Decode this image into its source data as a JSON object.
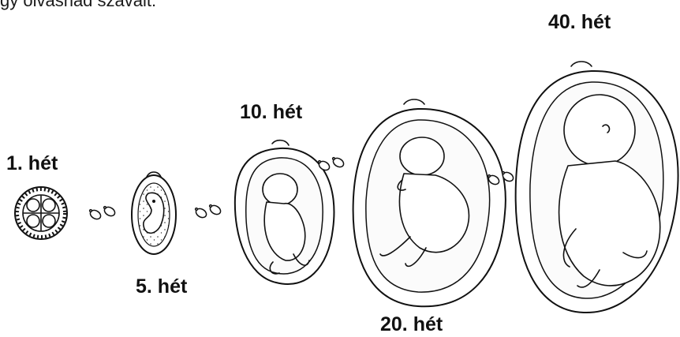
{
  "header_text": "gy olvasnád szavait:",
  "stages": [
    {
      "label": "1.  hét"
    },
    {
      "label": "5.  hét"
    },
    {
      "label": "10.  hét"
    },
    {
      "label": "20.  hét"
    },
    {
      "label": "40.  hét"
    }
  ]
}
